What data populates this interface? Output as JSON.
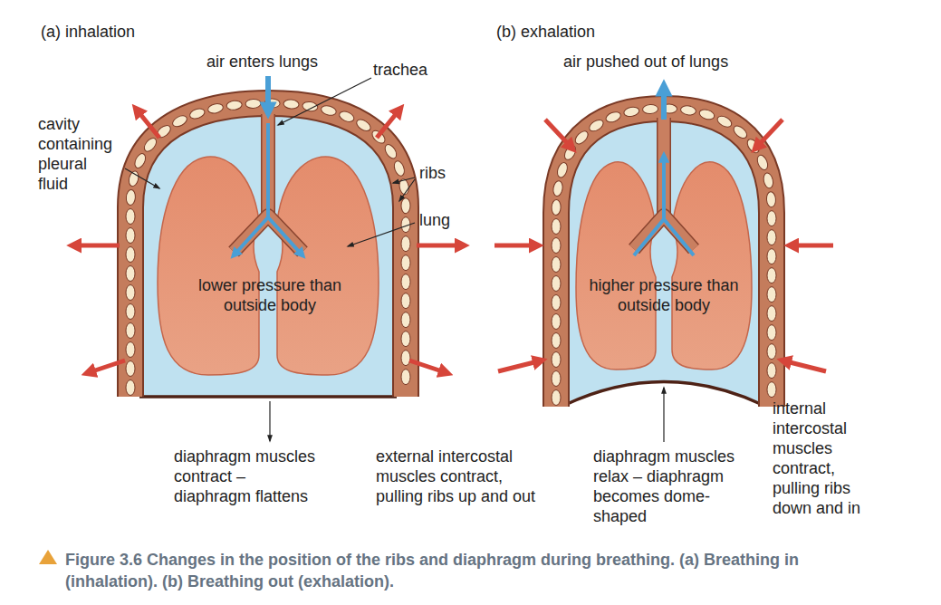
{
  "diagram": {
    "caption": "Figure 3.6 Changes in the position of the ribs and diaphragm during breathing. (a) Breathing in (inhalation). (b) Breathing out (exhalation).",
    "labels": [
      "(a) inhalation",
      "air enters lungs",
      "trachea",
      "cavity containing pleural fluid",
      "ribs",
      "lung",
      "lower pressure than outside body",
      "diaphragm muscles contract – diaphragm flattens",
      "external intercostal muscles contract, pulling ribs up and out",
      "(b) exhalation",
      "air pushed out of lungs",
      "higher pressure than outside body",
      "diaphragm muscles relax – diaphragm becomes dome-shaped",
      "internal intercostal muscles contract, pulling ribs down and in"
    ]
  }
}
